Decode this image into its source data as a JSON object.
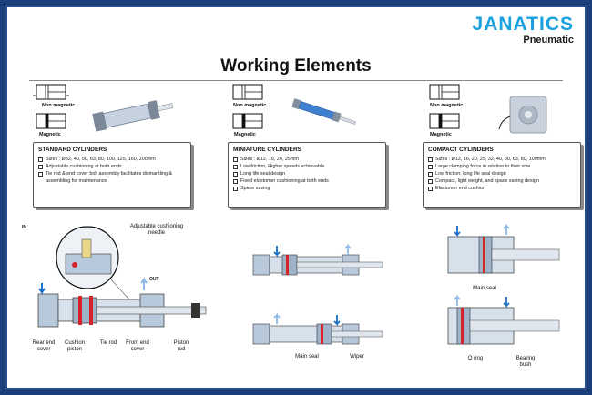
{
  "brand": {
    "name": "JANATICS",
    "tagline": "Pneumatic",
    "color": "#1aa0df"
  },
  "title": "Working Elements",
  "symbols": {
    "non_magnetic": "Non magnetic",
    "magnetic": "Magnetic"
  },
  "cards": [
    {
      "title": "STANDARD CYLINDERS",
      "items": [
        "Sizes : Ø32, 40, 50, 63, 80, 100, 125, 160, 200mm",
        "Adjustable cushioning at both ends",
        "Tie rod & end cover bolt assembly facilitates dismantling & assembling for maintenance"
      ]
    },
    {
      "title": "MINIATURE CYLINDERS",
      "items": [
        "Sizes : Ø12, 16, 20, 25mm",
        "Low friction, Higher speeds achievable",
        "Long life seal design",
        "Fixed elastomer cushioning at both ends",
        "Space saving"
      ]
    },
    {
      "title": "COMPACT CYLINDERS",
      "items": [
        "Sizes : Ø12, 16, 20, 25, 32, 40, 50, 63, 80, 100mm",
        "Large clamping force in relation to their size",
        "Low friction, long life seal design",
        "Compact, light weight, and space saving design",
        "Elastomer end cushion"
      ]
    }
  ],
  "ports": {
    "in": "IN",
    "out": "OUT"
  },
  "labels": {
    "adjustable_cushioning": "Adjustable cushioning needle",
    "rear_end_cover": "Rear end cover",
    "cushion_piston": "Cushion piston",
    "tie_rod": "Tie rod",
    "front_end_cover": "Front end cover",
    "piston_rod": "Piston rod",
    "main_seal": "Main seal",
    "wiper": "Wiper",
    "main_seal_compact": "Main seal",
    "o_ring": "O ring",
    "bearing_bush": "Bearing bush"
  },
  "colors": {
    "cylinder_fill": "#b9c9dc",
    "seal": "#d8222a",
    "arrow_in": "#1a6fc9",
    "arrow_out": "#8fb9e6"
  }
}
